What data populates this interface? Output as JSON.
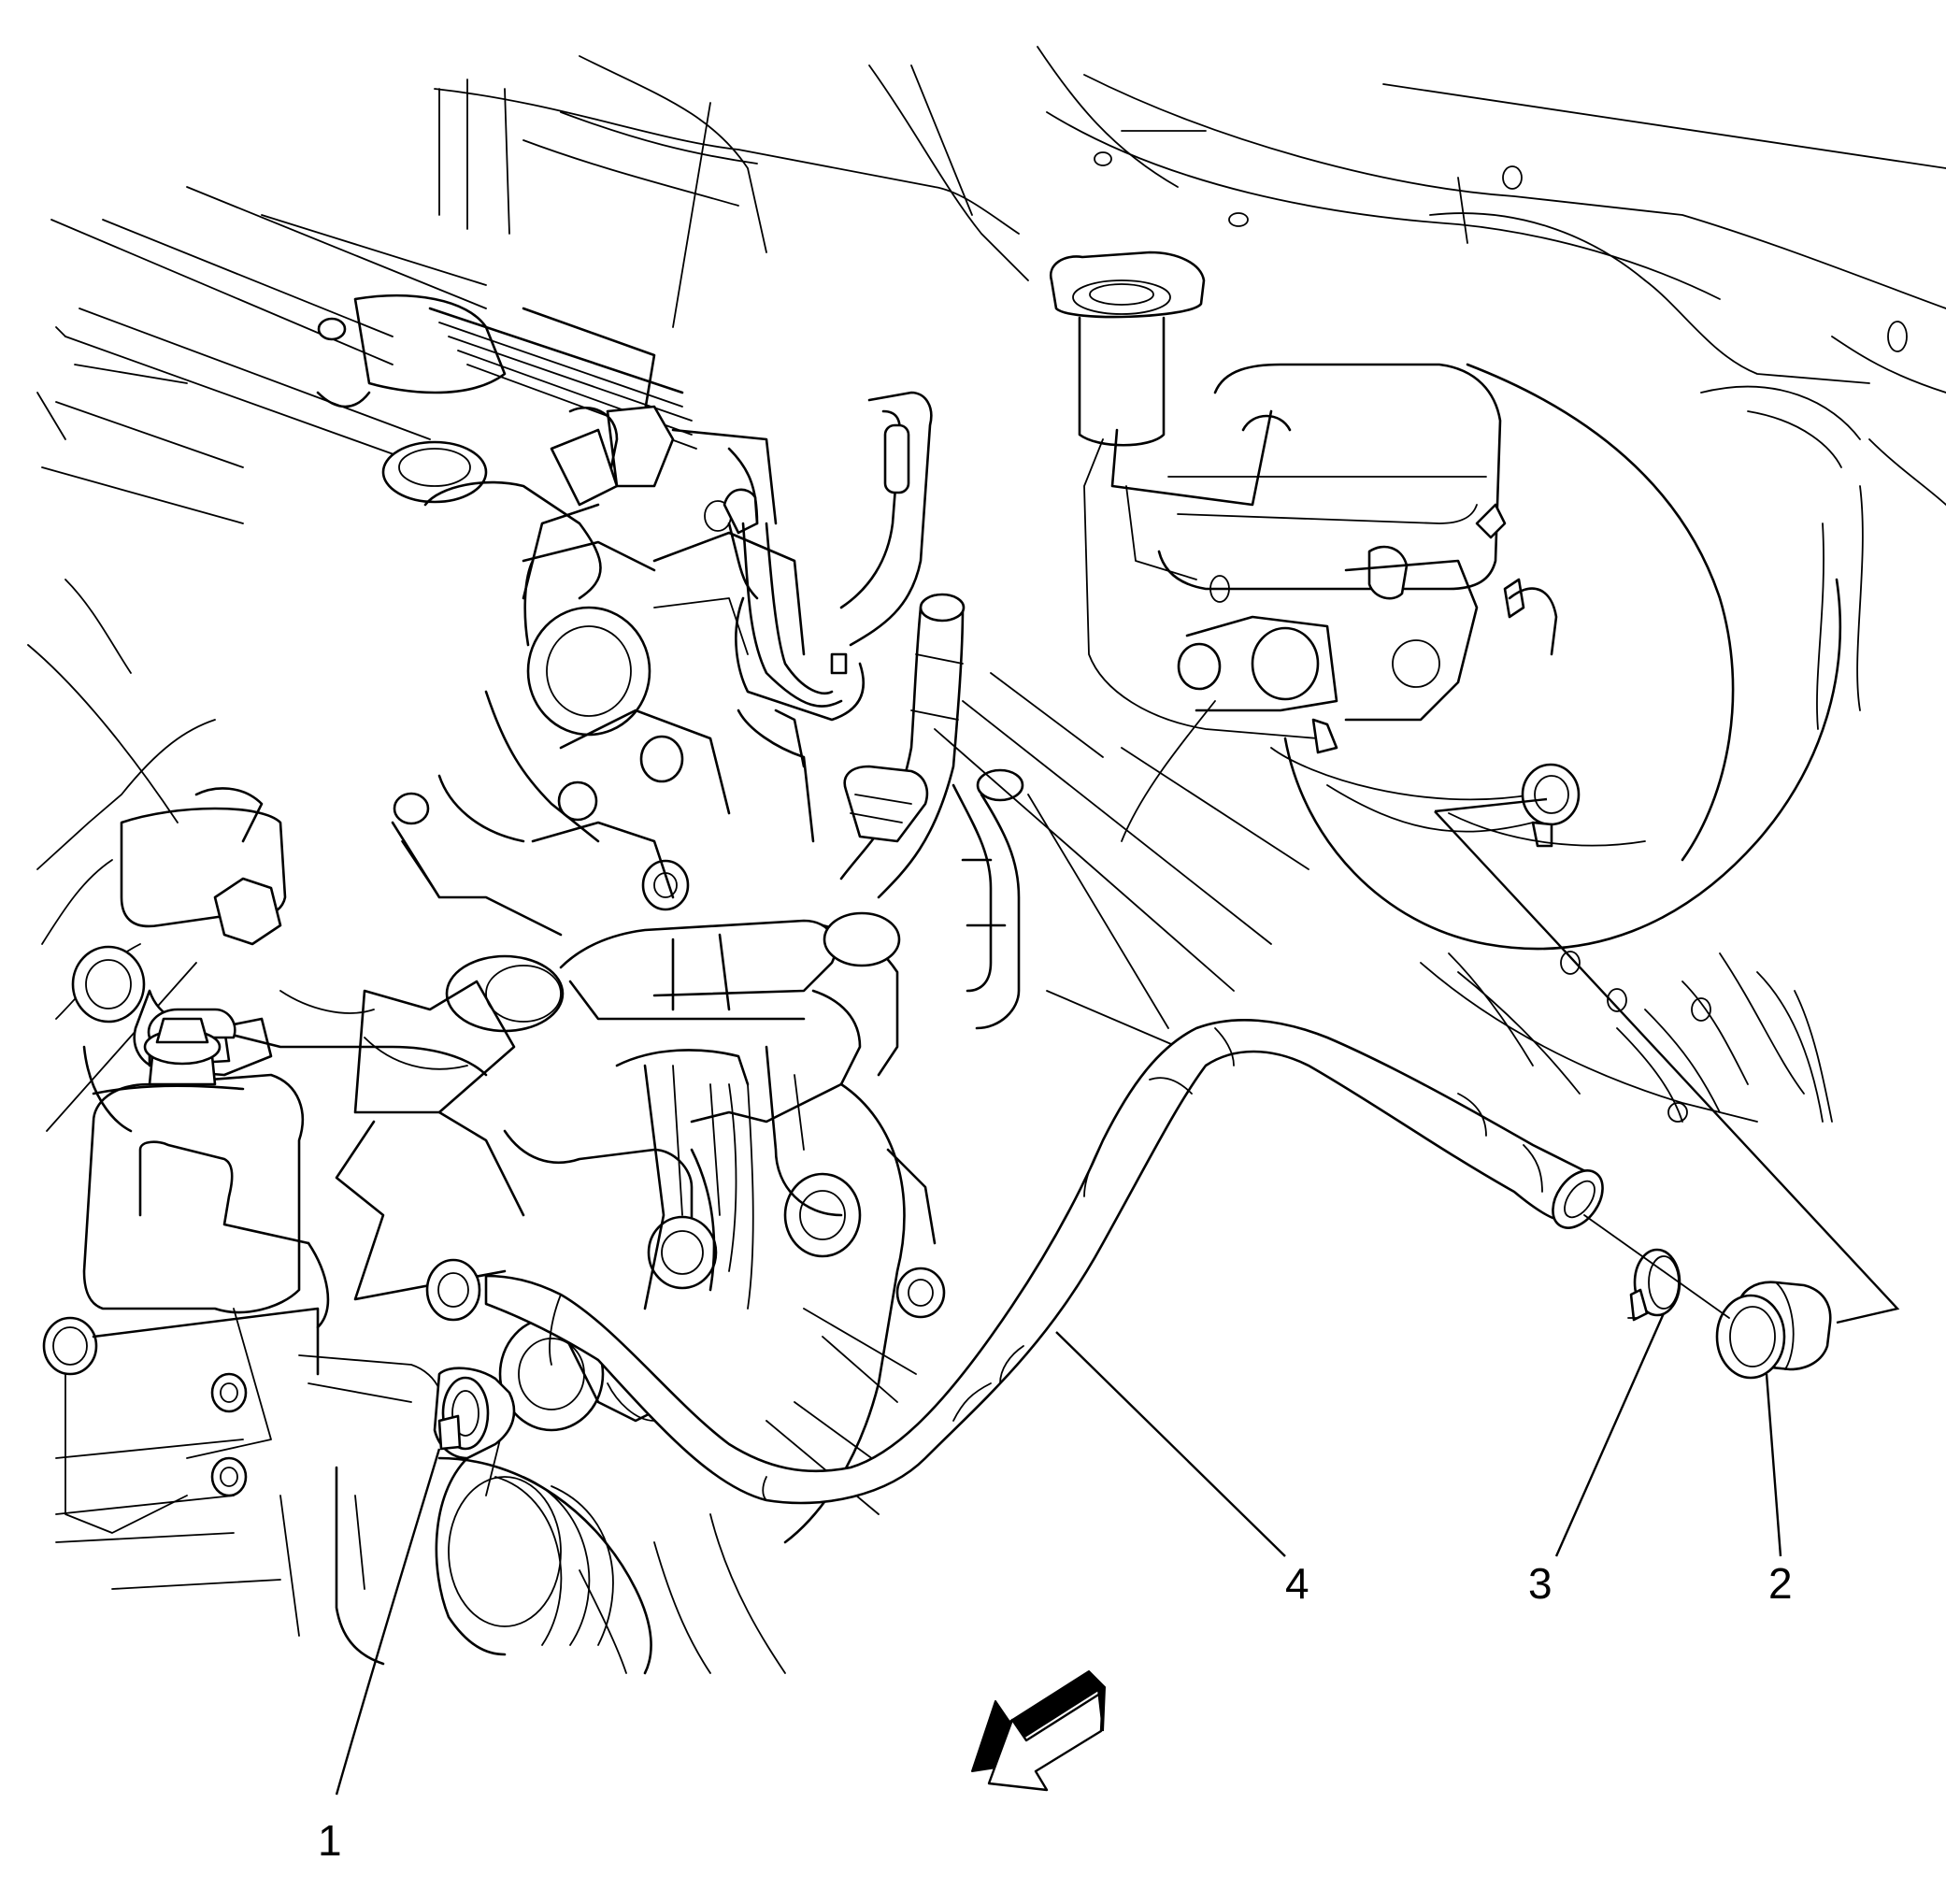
{
  "figure": {
    "callouts": [
      {
        "id": "1",
        "label": "1",
        "part": "hose-to-engine-fitting"
      },
      {
        "id": "2",
        "label": "2",
        "part": "brake-booster-check-valve"
      },
      {
        "id": "3",
        "label": "3",
        "part": "hose-clamp"
      },
      {
        "id": "4",
        "label": "4",
        "part": "vacuum-hose"
      }
    ],
    "direction_arrow": "front-of-vehicle-arrow",
    "colors": {
      "line": "#000000",
      "background": "#ffffff"
    }
  }
}
